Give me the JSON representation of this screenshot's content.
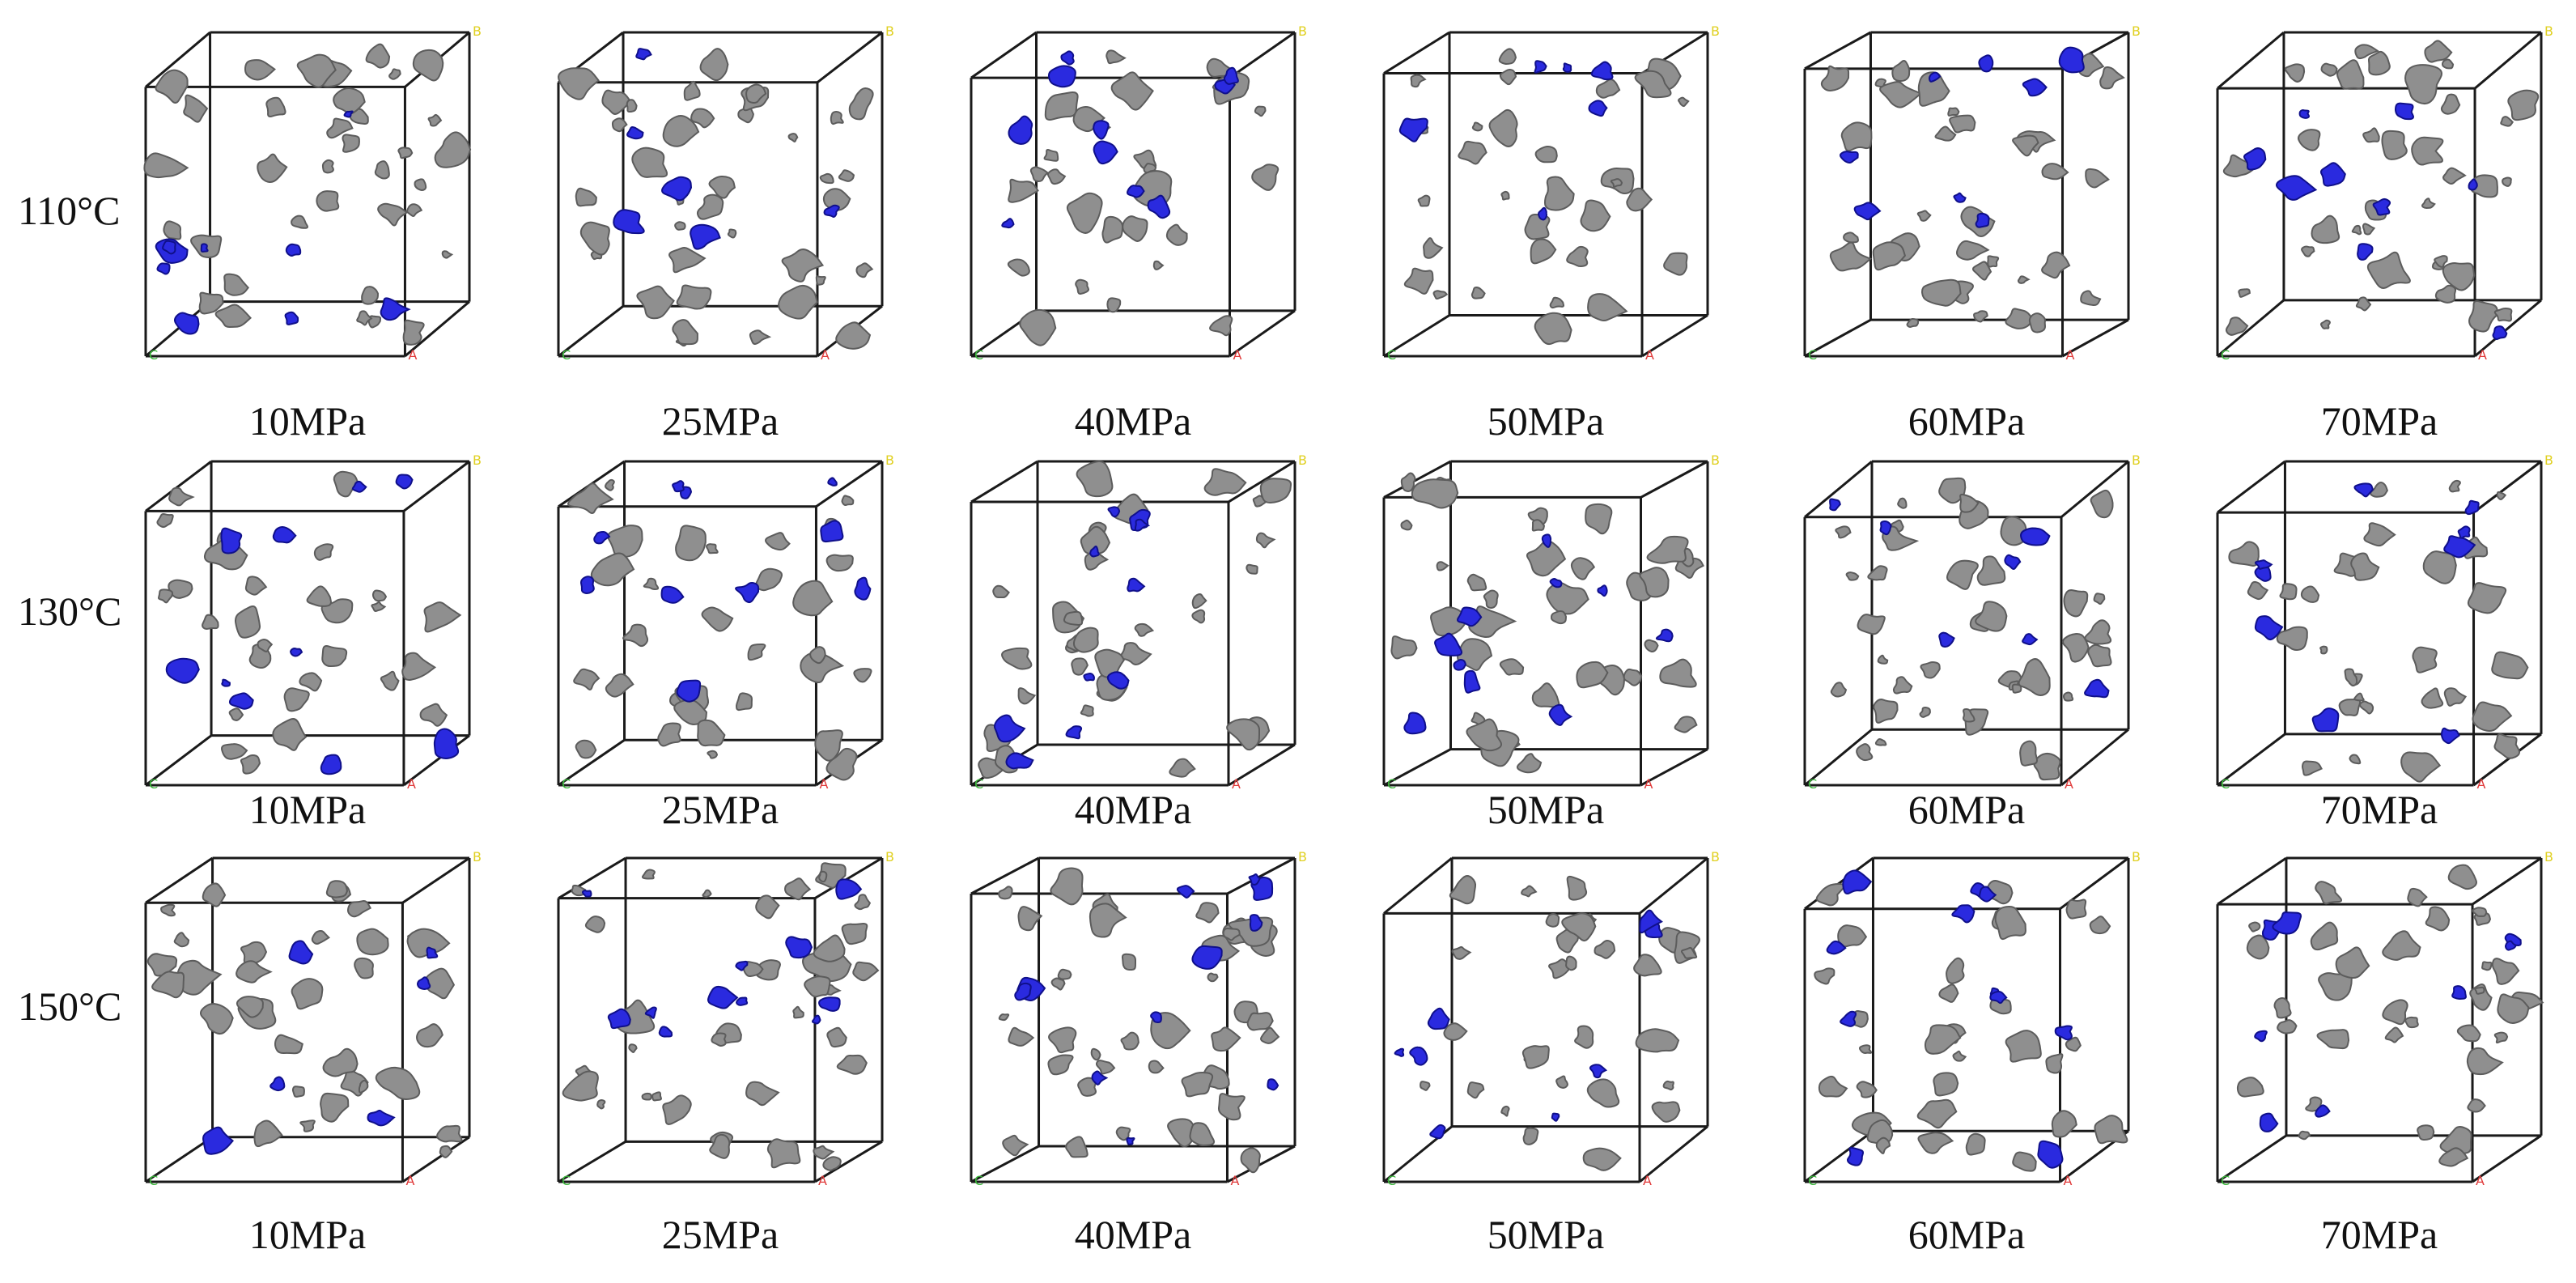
{
  "figure": {
    "rows": [
      {
        "temperature": "110°C",
        "pressures": [
          "10MPa",
          "25MPa",
          "40MPa",
          "50MPa",
          "60MPa",
          "70MPa"
        ]
      },
      {
        "temperature": "130°C",
        "pressures": [
          "10MPa",
          "25MPa",
          "40MPa",
          "50MPa",
          "60MPa",
          "70MPa"
        ]
      },
      {
        "temperature": "150°C",
        "pressures": [
          "10MPa",
          "25MPa",
          "40MPa",
          "50MPa",
          "60MPa",
          "70MPa"
        ]
      }
    ],
    "colors": {
      "edge": "#1a1a1a",
      "pore_gray": "#8f8f8f",
      "pore_blue": "#2a2adf",
      "axis_red": "#e03a3a",
      "axis_green": "#3ab83a",
      "axis_yellow": "#e0d020"
    },
    "axis_letters": {
      "red": "A",
      "green": "C",
      "yellow": "B"
    }
  }
}
